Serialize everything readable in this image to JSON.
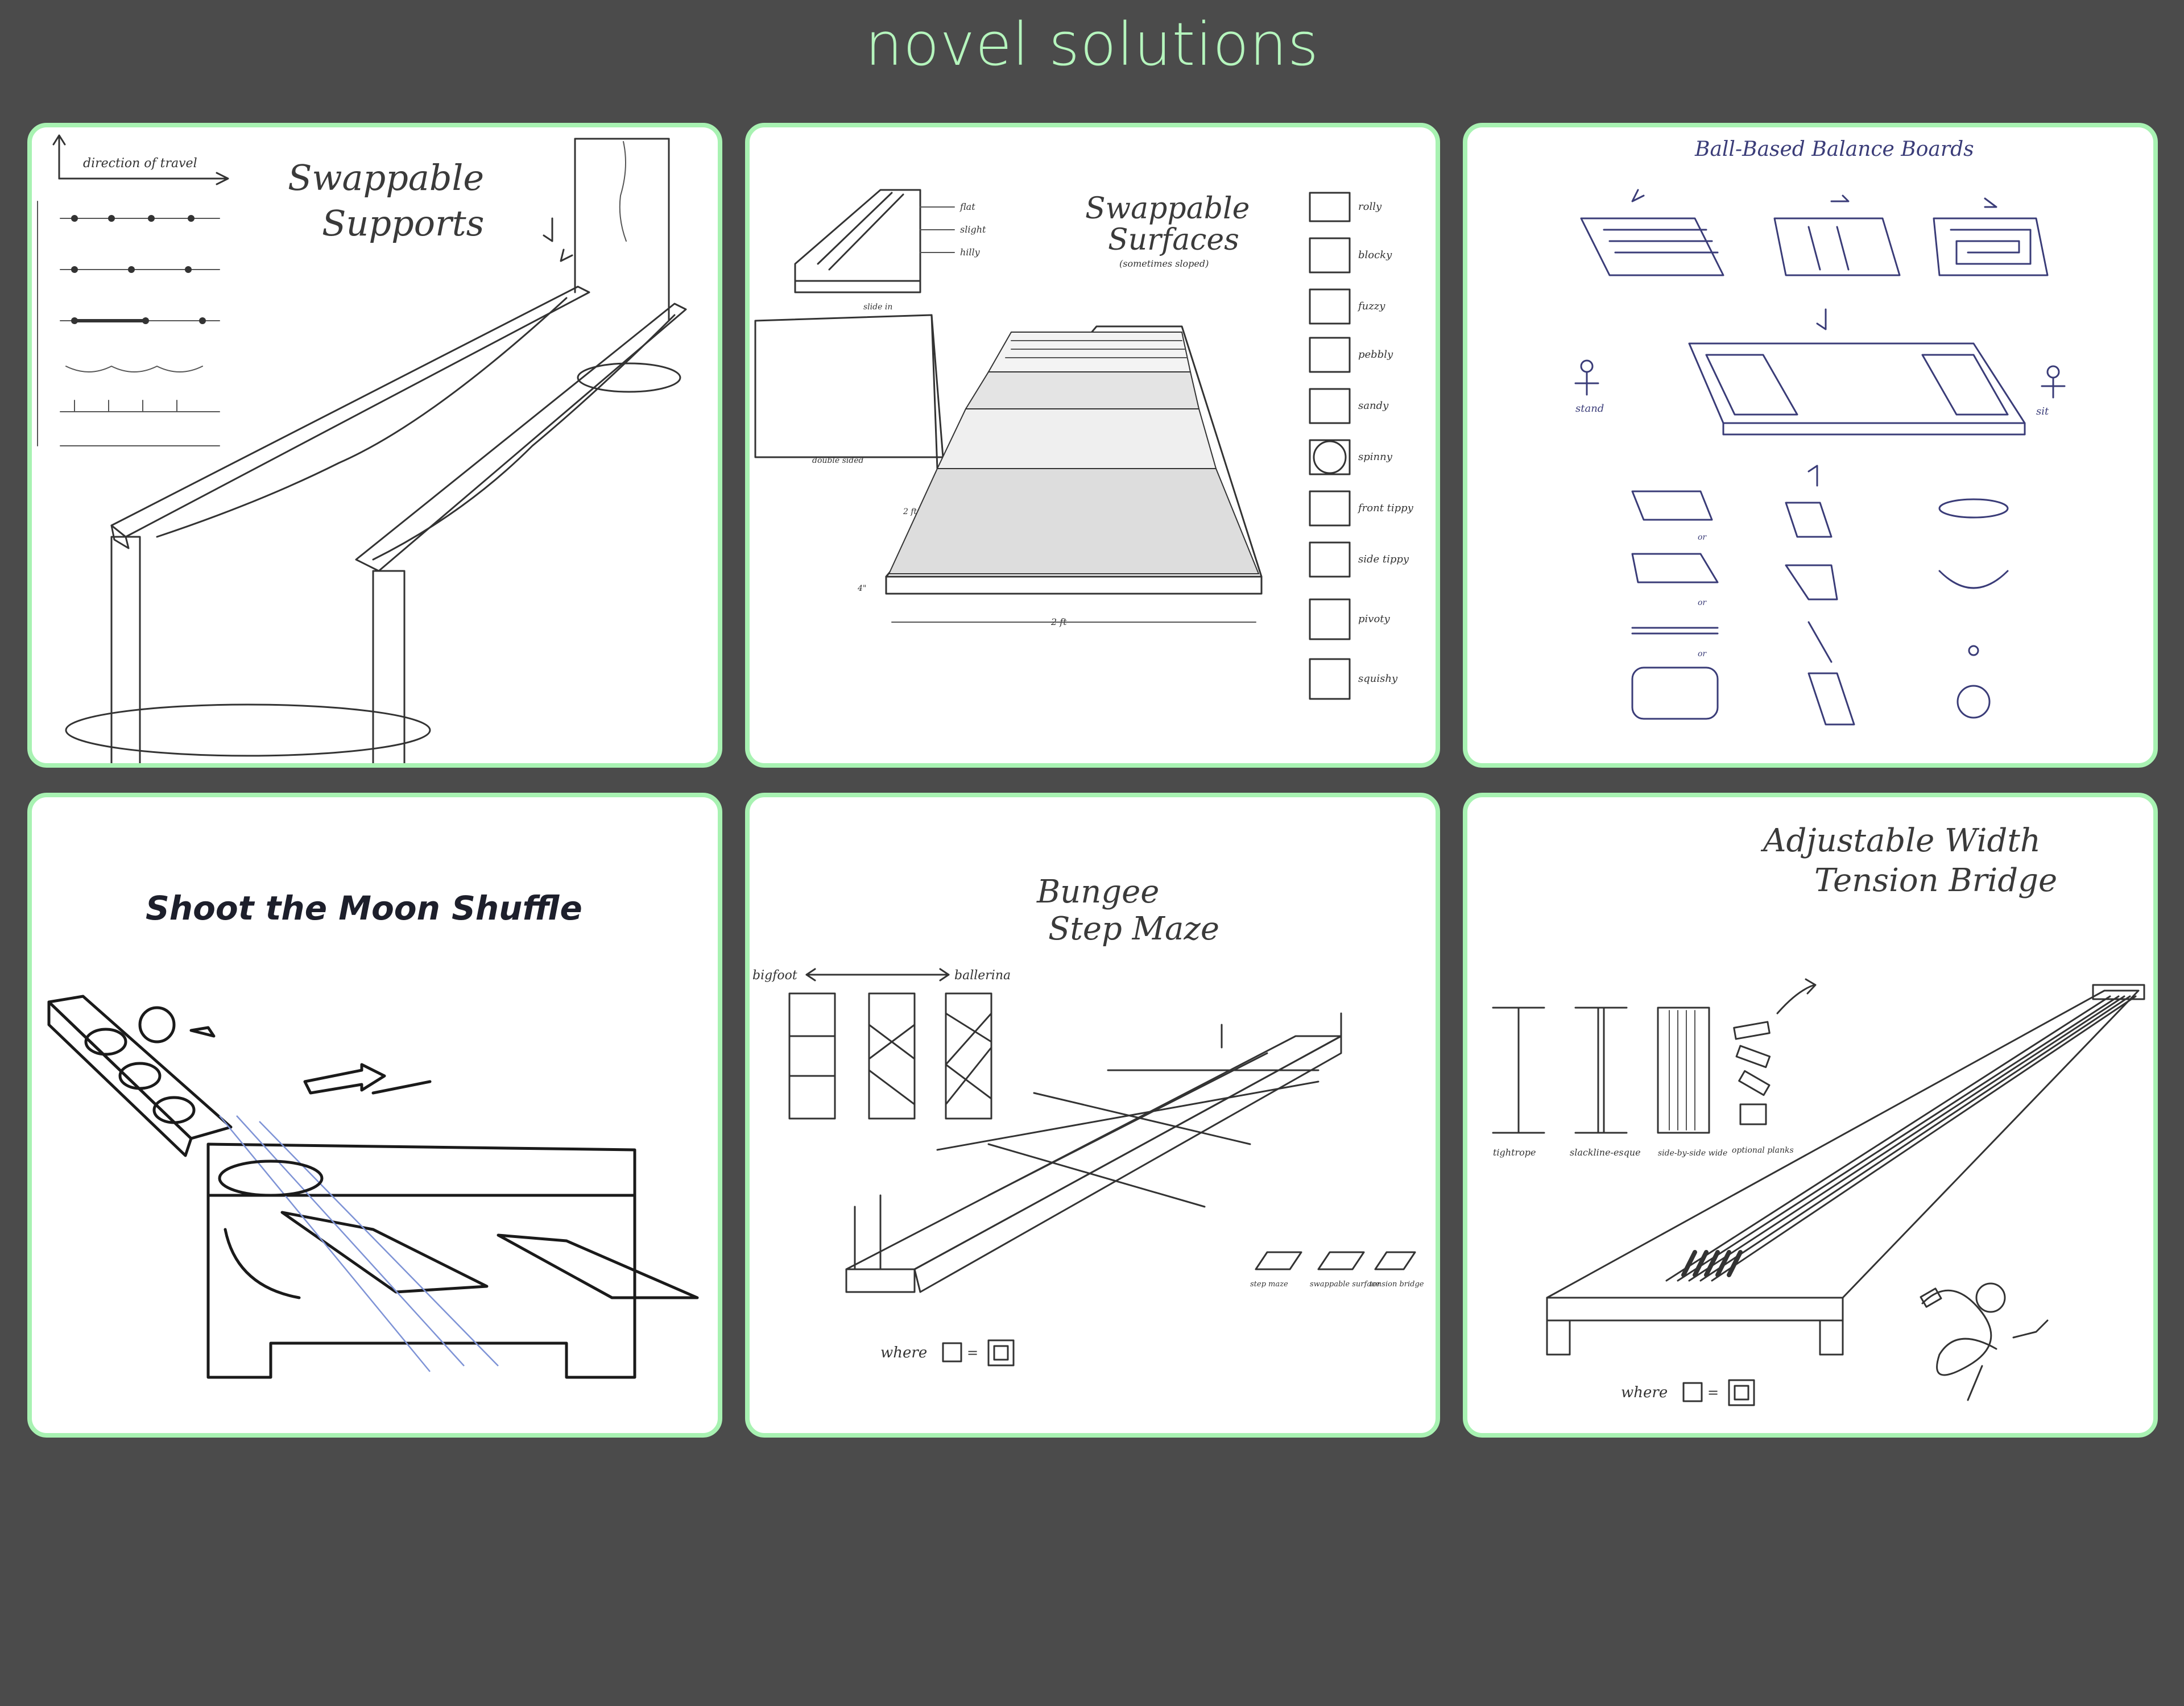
{
  "page": {
    "title": "novel solutions",
    "accent_color": "#b5f5bd",
    "card_border_color": "#a8f2b2",
    "background_color": "#4b4b4b"
  },
  "cards": [
    {
      "title_line1": "Swappable",
      "title_line2": "Supports",
      "labels": {
        "travel": "direction of travel"
      }
    },
    {
      "title_line1": "Swappable",
      "title_line2": "Surfaces",
      "subtitle": "(sometimes sloped)",
      "side_labels": {
        "flat": "flat",
        "slight": "slight",
        "hilly": "hilly",
        "slide_in": "slide in",
        "double_sided": "double sided",
        "two_ft_side": "2 ft",
        "two_ft_bottom": "2 ft",
        "four_in": "4\""
      },
      "surfaces": [
        "rolly",
        "blocky",
        "fuzzy",
        "pebbly",
        "sandy",
        "spinny",
        "front tippy",
        "side tippy",
        "pivoty",
        "squishy"
      ]
    },
    {
      "title": "Ball-Based Balance Boards",
      "labels": {
        "stand": "stand",
        "sit": "sit",
        "or": "or"
      }
    },
    {
      "title": "Shoot the Moon Shuffle"
    },
    {
      "title_line1": "Bungee",
      "title_line2": "Step Maze",
      "scale": {
        "left": "bigfoot",
        "right": "ballerina"
      },
      "modules": [
        "step maze",
        "swappable surface",
        "tension bridge"
      ],
      "legend": {
        "where": "where",
        "equals": "="
      }
    },
    {
      "title_line1": "Adjustable Width",
      "title_line2": "Tension Bridge",
      "modes": [
        "tightrope",
        "slackline-esque",
        "side-by-side wide",
        "optional planks"
      ],
      "legend": {
        "where": "where",
        "equals": "="
      }
    }
  ]
}
